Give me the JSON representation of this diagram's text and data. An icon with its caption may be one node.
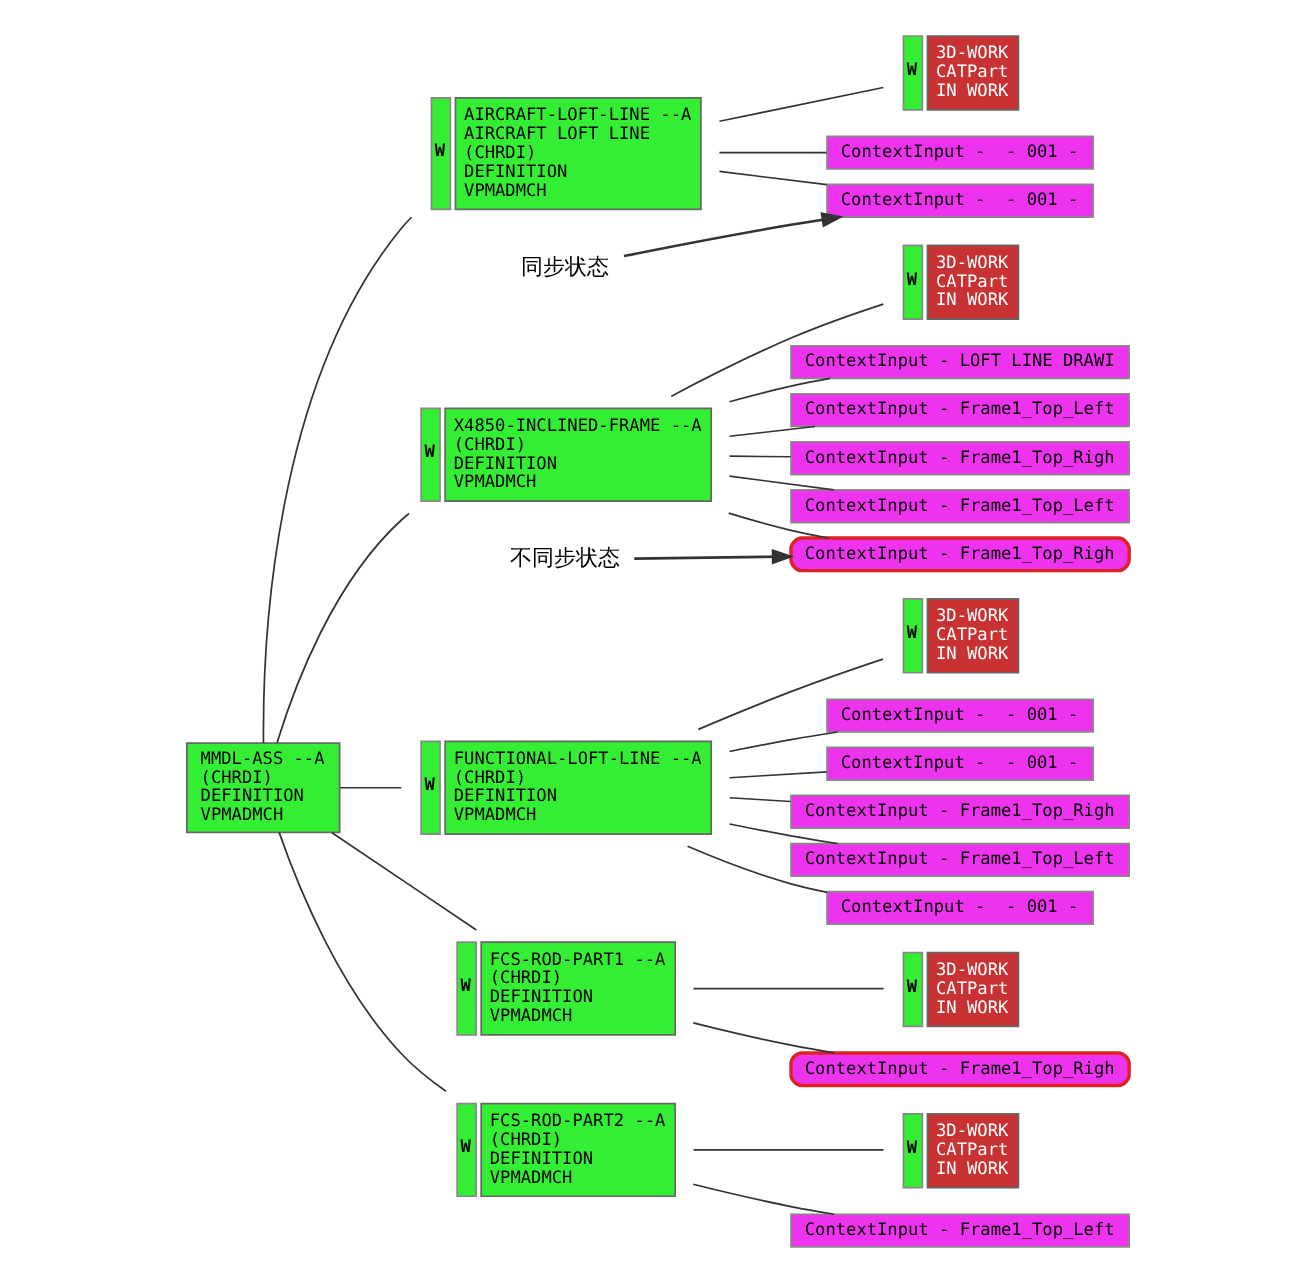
{
  "diagram": {
    "nodes": [
      {
        "text": [
          "MMDL-ASS --A",
          "(CHRDI)",
          "DEFINITION",
          "VPMADMCH"
        ]
      },
      {
        "text": [
          "AIRCRAFT-LOFT-LINE --A",
          "AIRCRAFT LOFT LINE",
          "(CHRDI)",
          "DEFINITION",
          "VPMADMCH"
        ],
        "beside": [
          "W"
        ]
      },
      {
        "text": [
          "3D-WORK",
          "CATPart",
          "IN WORK"
        ],
        "beside": [
          "W"
        ]
      },
      {
        "text": [
          "ContextInput -  - 001 -"
        ]
      },
      {
        "text": [
          "ContextInput -  - 001 -"
        ]
      },
      {
        "text": [
          "同步状态"
        ]
      },
      {
        "text": [
          "X4850-INCLINED-FRAME --A",
          "(CHRDI)",
          "DEFINITION",
          "VPMADMCH"
        ],
        "beside": [
          "W"
        ]
      },
      {
        "text": [
          "3D-WORK",
          "CATPart",
          "IN WORK"
        ],
        "beside": [
          "W"
        ]
      },
      {
        "text": [
          "ContextInput - LOFT LINE DRAWI"
        ]
      },
      {
        "text": [
          "ContextInput - Frame1_Top_Righ"
        ]
      },
      {
        "text": [
          "ContextInput - Frame1_Top_Left"
        ]
      },
      {
        "text": [
          "ContextInput - Frame1_Top_Righ"
        ]
      },
      {
        "text": [
          "ContextInput - Frame1_Top_Left"
        ]
      },
      {
        "text": [
          "不同步状态"
        ]
      },
      {
        "text": [
          "FUNCTIONAL-LOFT-LINE --A",
          "(CHRDI)",
          "DEFINITION",
          "VPMADMCH"
        ],
        "beside": [
          "W"
        ]
      },
      {
        "text": [
          "3D-WORK",
          "CATPart",
          "IN WORK"
        ],
        "beside": [
          "W"
        ]
      },
      {
        "text": [
          "ContextInput -  - 001 -"
        ]
      },
      {
        "text": [
          "ContextInput -  - 001 -"
        ]
      },
      {
        "text": [
          "ContextInput - Frame1_Top_Righ"
        ]
      },
      {
        "text": [
          "ContextInput - Frame1_Top_Left"
        ]
      },
      {
        "text": [
          "ContextInput -  - 001 -"
        ]
      },
      {
        "text": [
          "FCS-ROD-PART1 --A",
          "(CHRDI)",
          "DEFINITION",
          "VPMADMCH"
        ],
        "beside": [
          "W"
        ]
      },
      {
        "text": [
          "3D-WORK",
          "CATPart",
          "IN WORK"
        ],
        "beside": [
          "W"
        ]
      },
      {
        "text": [
          "ContextInput - Frame1_Top_Righ"
        ]
      },
      {
        "text": [
          "FCS-ROD-PART2 --A",
          "(CHRDI)",
          "DEFINITION",
          "VPMADMCH"
        ],
        "beside": [
          "W"
        ]
      },
      {
        "text": [
          "3D-WORK",
          "CATPart",
          "IN WORK"
        ],
        "beside": [
          "W"
        ]
      },
      {
        "text": [
          "ContextInput - Frame1_Top_Left"
        ]
      }
    ],
    "edges": [
      {
        "from": 0,
        "to": 1,
        "arrow": "none"
      },
      {
        "from": 1,
        "to": 2,
        "arrow": "none"
      },
      {
        "from": 1,
        "to": 3,
        "arrow": "none"
      },
      {
        "from": 1,
        "to": 4,
        "arrow": "none"
      },
      {
        "from": 5,
        "to": 4,
        "arrow": "to"
      },
      {
        "from": 0,
        "to": 6,
        "arrow": "none"
      },
      {
        "from": 6,
        "to": 7,
        "arrow": "none"
      },
      {
        "from": 6,
        "to": 8,
        "arrow": "none"
      },
      {
        "from": 6,
        "to": 9,
        "arrow": "none"
      },
      {
        "from": 6,
        "to": 10,
        "arrow": "none"
      },
      {
        "from": 6,
        "to": 11,
        "arrow": "none"
      },
      {
        "from": 6,
        "to": 12,
        "arrow": "none"
      },
      {
        "from": 13,
        "to": 9,
        "arrow": "to"
      },
      {
        "from": 0,
        "to": 14,
        "arrow": "none"
      },
      {
        "from": 14,
        "to": 15,
        "arrow": "none"
      },
      {
        "from": 14,
        "to": 16,
        "arrow": "none"
      },
      {
        "from": 14,
        "to": 17,
        "arrow": "none"
      },
      {
        "from": 14,
        "to": 18,
        "arrow": "none"
      },
      {
        "from": 14,
        "to": 19,
        "arrow": "none"
      },
      {
        "from": 14,
        "to": 20,
        "arrow": "none"
      },
      {
        "from": 0,
        "to": 21,
        "arrow": "none"
      },
      {
        "from": 21,
        "to": 22,
        "arrow": "none"
      },
      {
        "from": 21,
        "to": 23,
        "arrow": "none"
      },
      {
        "from": 0,
        "to": 24,
        "arrow": "none"
      },
      {
        "from": 24,
        "to": 25,
        "arrow": "none"
      },
      {
        "from": 24,
        "to": 26,
        "arrow": "none"
      }
    ]
  }
}
